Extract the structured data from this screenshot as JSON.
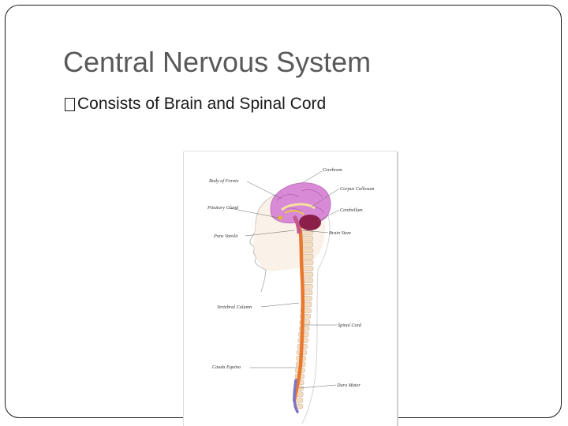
{
  "slide": {
    "title": "Central Nervous System",
    "bullet": "Consists of Brain and Spinal Cord"
  },
  "figure": {
    "labels_left": [
      "Body of Fornix",
      "Pituitary Gland",
      "Pons Varolii",
      "Vertebral Column",
      "Cauda Equina"
    ],
    "labels_right": [
      "Cerebrum",
      "Corpus Callosum",
      "Cerebellum",
      "Brain Stem",
      "Spinal Cord",
      "Dura Mater"
    ]
  },
  "colors": {
    "title": "#595959",
    "brain": "#d98ad6",
    "cerebellum": "#8a1f4a",
    "spinal_cord": "#e8782e",
    "vertebrae": "#f2ddc3",
    "dura": "#7c74c4"
  }
}
